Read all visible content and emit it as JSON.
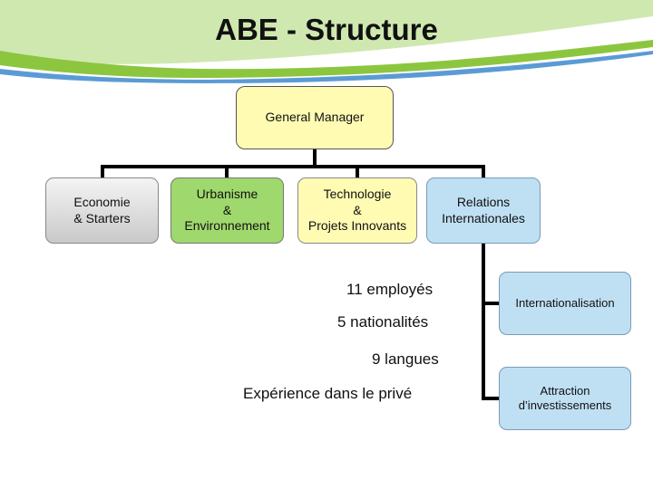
{
  "title": "ABE - Structure",
  "org": {
    "top": "General Manager",
    "units": [
      "Economie\n& Starters",
      "Urbanisme\n&\nEnvironnement",
      "Technologie\n&\nProjets Innovants",
      "Relations\nInternationales"
    ]
  },
  "facts": [
    "11 employés",
    "5 nationalités",
    "9 langues",
    "Expérience dans le privé"
  ],
  "side_units": [
    "Internationalisation",
    "Attraction\nd’investissements"
  ],
  "colors": {
    "general_manager": "#fffbb3",
    "economie": "#d9d9d9",
    "urbanisme": "#9fd86d",
    "technologie": "#fffbb3",
    "relations": "#bfe0f3",
    "banner_green": "#8cc63f",
    "banner_blue": "#5b9bd5"
  }
}
